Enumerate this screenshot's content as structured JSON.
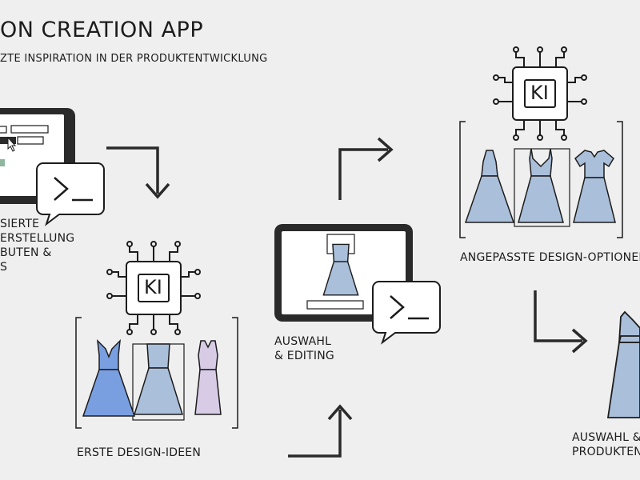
{
  "header": {
    "title": "ON CREATION APP",
    "subtitle": "ZTE INSPIRATION IN DER PRODUKTENTWICKLUNG"
  },
  "steps": {
    "step1": {
      "line1": "SIERTE",
      "line2": "ERSTELLUNG",
      "line3": "BUTEN &",
      "line4": "S"
    },
    "step2": {
      "label": "ERSTE DESIGN-IDEEN"
    },
    "step3": {
      "line1": "AUSWAHL",
      "line2": "& EDITING"
    },
    "step4": {
      "label": "ANGEPASSTE DESIGN-OPTIONEN"
    },
    "step5": {
      "line1": "AUSWAHL &",
      "line2": "PRODUKTEN"
    }
  },
  "chips": {
    "ki_1": "KI",
    "ki_2": "KI"
  },
  "colors": {
    "background": "#efefef",
    "ink": "#1c1c1c",
    "dress_blue": "#aabfda",
    "dress_royal": "#7a9fe0",
    "dress_lilac": "#d7cbe6",
    "swatch_green": "#8fb79e",
    "screen_bg": "#ffffff"
  },
  "icons": [
    "tablet-icon",
    "terminal-icon",
    "ai-chip-icon",
    "dress-icon",
    "arrow-icon",
    "cursor-icon"
  ]
}
